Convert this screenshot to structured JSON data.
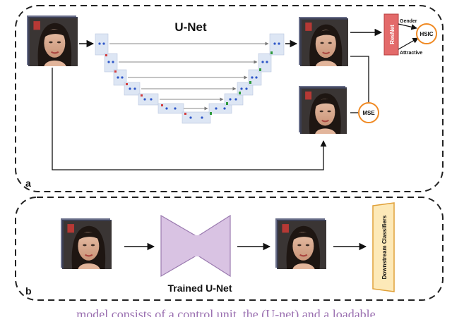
{
  "panel_a": {
    "label": "a",
    "unet_title": "U-Net",
    "resnet_label": "ResNet",
    "gender_label": "Gender",
    "attractive_label": "Attractive",
    "hsic_label": "HSIC",
    "mse_label": "MSE"
  },
  "panel_b": {
    "label": "b",
    "trained_unet_label": "Trained U-Net",
    "downstream_label": "Downstream Classifiers"
  },
  "caption": "model consists of a control unit, the (U-net) and a loadable",
  "colors": {
    "accent_orange": "#f08a24",
    "resnet_red": "#e36a6a",
    "unet_purple": "#d9c3e3",
    "unet_purple_stroke": "#9b7bb0",
    "downstream_fill": "#fde9b8",
    "downstream_stroke": "#e0a13a",
    "caption_text": "#9a6fb0"
  },
  "icons": [
    "face-image",
    "arrow-right",
    "arrow-up",
    "dashed-panel-border"
  ]
}
